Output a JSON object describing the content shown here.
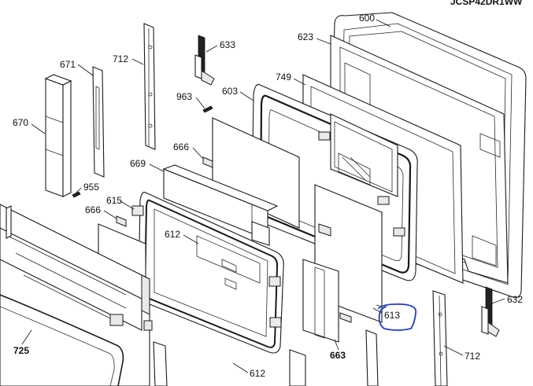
{
  "diagram": {
    "model_text": "JCSP42DR1WW",
    "callouts": [
      {
        "id": "600",
        "text": "600"
      },
      {
        "id": "623",
        "text": "623"
      },
      {
        "id": "633",
        "text": "633"
      },
      {
        "id": "712a",
        "text": "712"
      },
      {
        "id": "671",
        "text": "671"
      },
      {
        "id": "749",
        "text": "749"
      },
      {
        "id": "603",
        "text": "603"
      },
      {
        "id": "963",
        "text": "963"
      },
      {
        "id": "670",
        "text": "670"
      },
      {
        "id": "666a",
        "text": "666"
      },
      {
        "id": "669",
        "text": "669"
      },
      {
        "id": "955",
        "text": "955"
      },
      {
        "id": "615",
        "text": "615"
      },
      {
        "id": "666b",
        "text": "666"
      },
      {
        "id": "612a",
        "text": "612"
      },
      {
        "id": "613",
        "text": "613"
      },
      {
        "id": "632",
        "text": "632"
      },
      {
        "id": "712b",
        "text": "712"
      },
      {
        "id": "725",
        "text": "725"
      },
      {
        "id": "663",
        "text": "663"
      },
      {
        "id": "612b",
        "text": "612"
      }
    ],
    "highlight_color": "#1f3fbf"
  }
}
